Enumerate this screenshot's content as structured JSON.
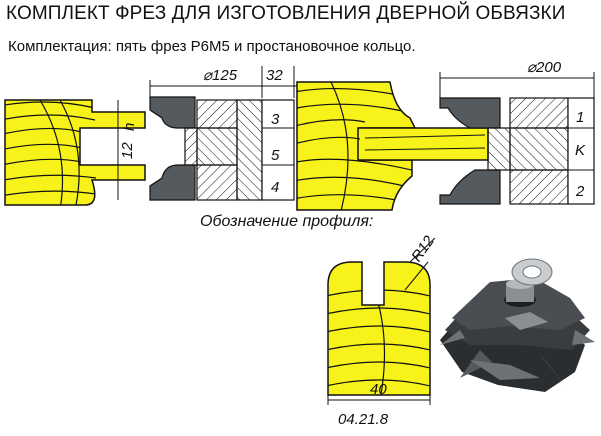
{
  "header": {
    "title": "КОМПЛЕКТ ФРЕЗ ДЛЯ ИЗГОТОВЛЕНИЯ ДВЕРНОЙ ОБВЯЗКИ",
    "subtitle": "Комплектация: пять фрез Р6М5 и простановочное кольцо."
  },
  "left_assembly": {
    "diameter_label": "⌀125",
    "width_label": "32",
    "height_label_h": "h",
    "height_label_12": "12",
    "cutters": [
      "3",
      "5",
      "4"
    ]
  },
  "right_assembly": {
    "diameter_label": "⌀200",
    "cutters": [
      "1",
      "K",
      "2"
    ]
  },
  "profile": {
    "caption": "Обозначение профиля:",
    "radius_label": "R12",
    "width_label": "40",
    "code": "04.21.8"
  },
  "colors": {
    "wood": "#f7f21a",
    "steel": "#555a5e",
    "line": "#111111"
  }
}
